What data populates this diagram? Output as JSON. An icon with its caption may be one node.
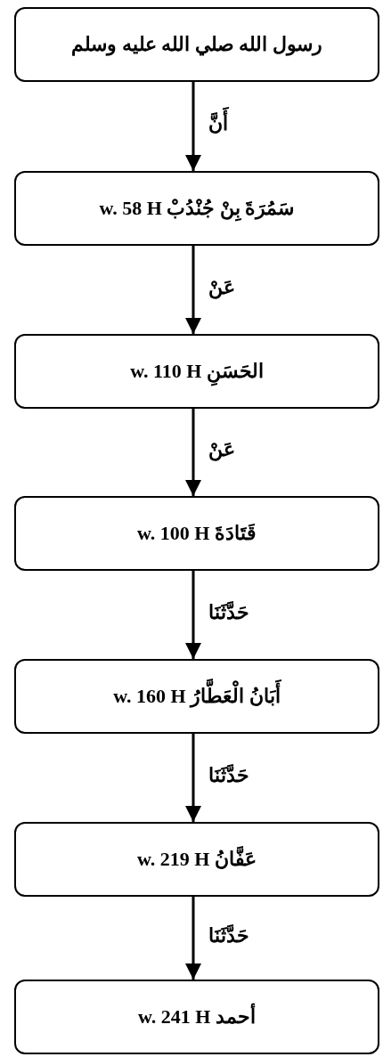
{
  "diagram": {
    "nodes": [
      {
        "text": [
          "رسول الله صلي الله عليه وسلم"
        ]
      },
      {
        "text": [
          "سَمُرَةَ بِنْ جُنْدُبْ w. 58 H"
        ]
      },
      {
        "text": [
          "الحَسَنِ w. 110 H"
        ]
      },
      {
        "text": [
          "قَتَادَةَ w. 100 H"
        ]
      },
      {
        "text": [
          "أَبَانُ الْعَطَّارُ w. 160 H"
        ]
      },
      {
        "text": [
          "عَفَّانُ w. 219 H"
        ]
      },
      {
        "text": [
          "أحمد w. 241 H"
        ]
      }
    ],
    "edges": [
      {
        "from": 0,
        "to": 1,
        "arrow": "to",
        "label": "أَنَّ"
      },
      {
        "from": 1,
        "to": 2,
        "arrow": "to",
        "label": "عَنْ"
      },
      {
        "from": 2,
        "to": 3,
        "arrow": "to",
        "label": "عَنْ"
      },
      {
        "from": 3,
        "to": 4,
        "arrow": "to",
        "label": "حَدَّثَنَا"
      },
      {
        "from": 4,
        "to": 5,
        "arrow": "to",
        "label": "حَدَّثَنَا"
      },
      {
        "from": 5,
        "to": 6,
        "arrow": "to",
        "label": "حَدَّثَنَا"
      }
    ]
  }
}
